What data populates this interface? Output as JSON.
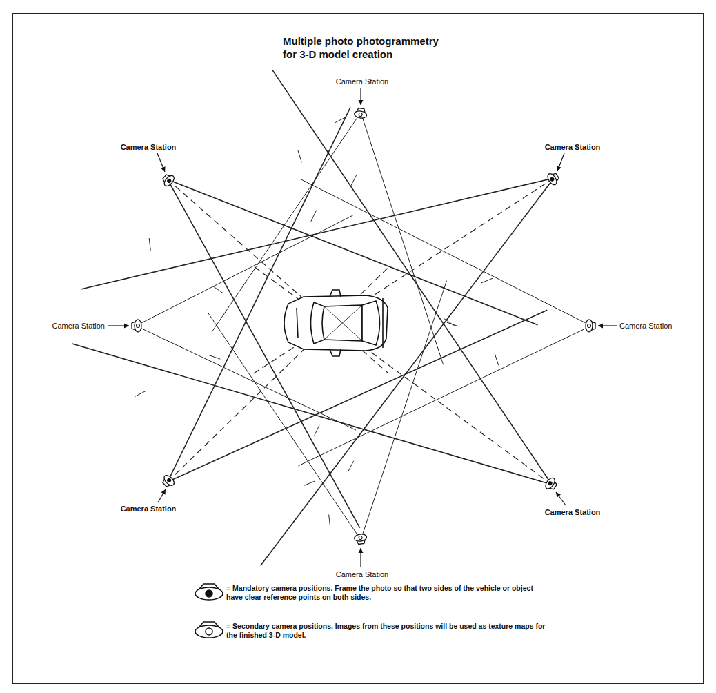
{
  "diagram": {
    "title": "Multiple photo photogrammetry for 3-D model creation",
    "labels": [
      "Camera Station",
      "Camera Station",
      "Camera Station",
      "Camera Station",
      "Camera Station",
      "Camera Station",
      "Camera Station",
      "Camera Station"
    ],
    "legend": [
      {
        "text": "= Mandatory camera positions. Frame the photo so that two sides of the vehicle or object have clear reference points on both sides."
      },
      {
        "text": "= Secondary camera positions. Images from these positions will be used as texture maps for the finished 3-D model."
      }
    ]
  }
}
